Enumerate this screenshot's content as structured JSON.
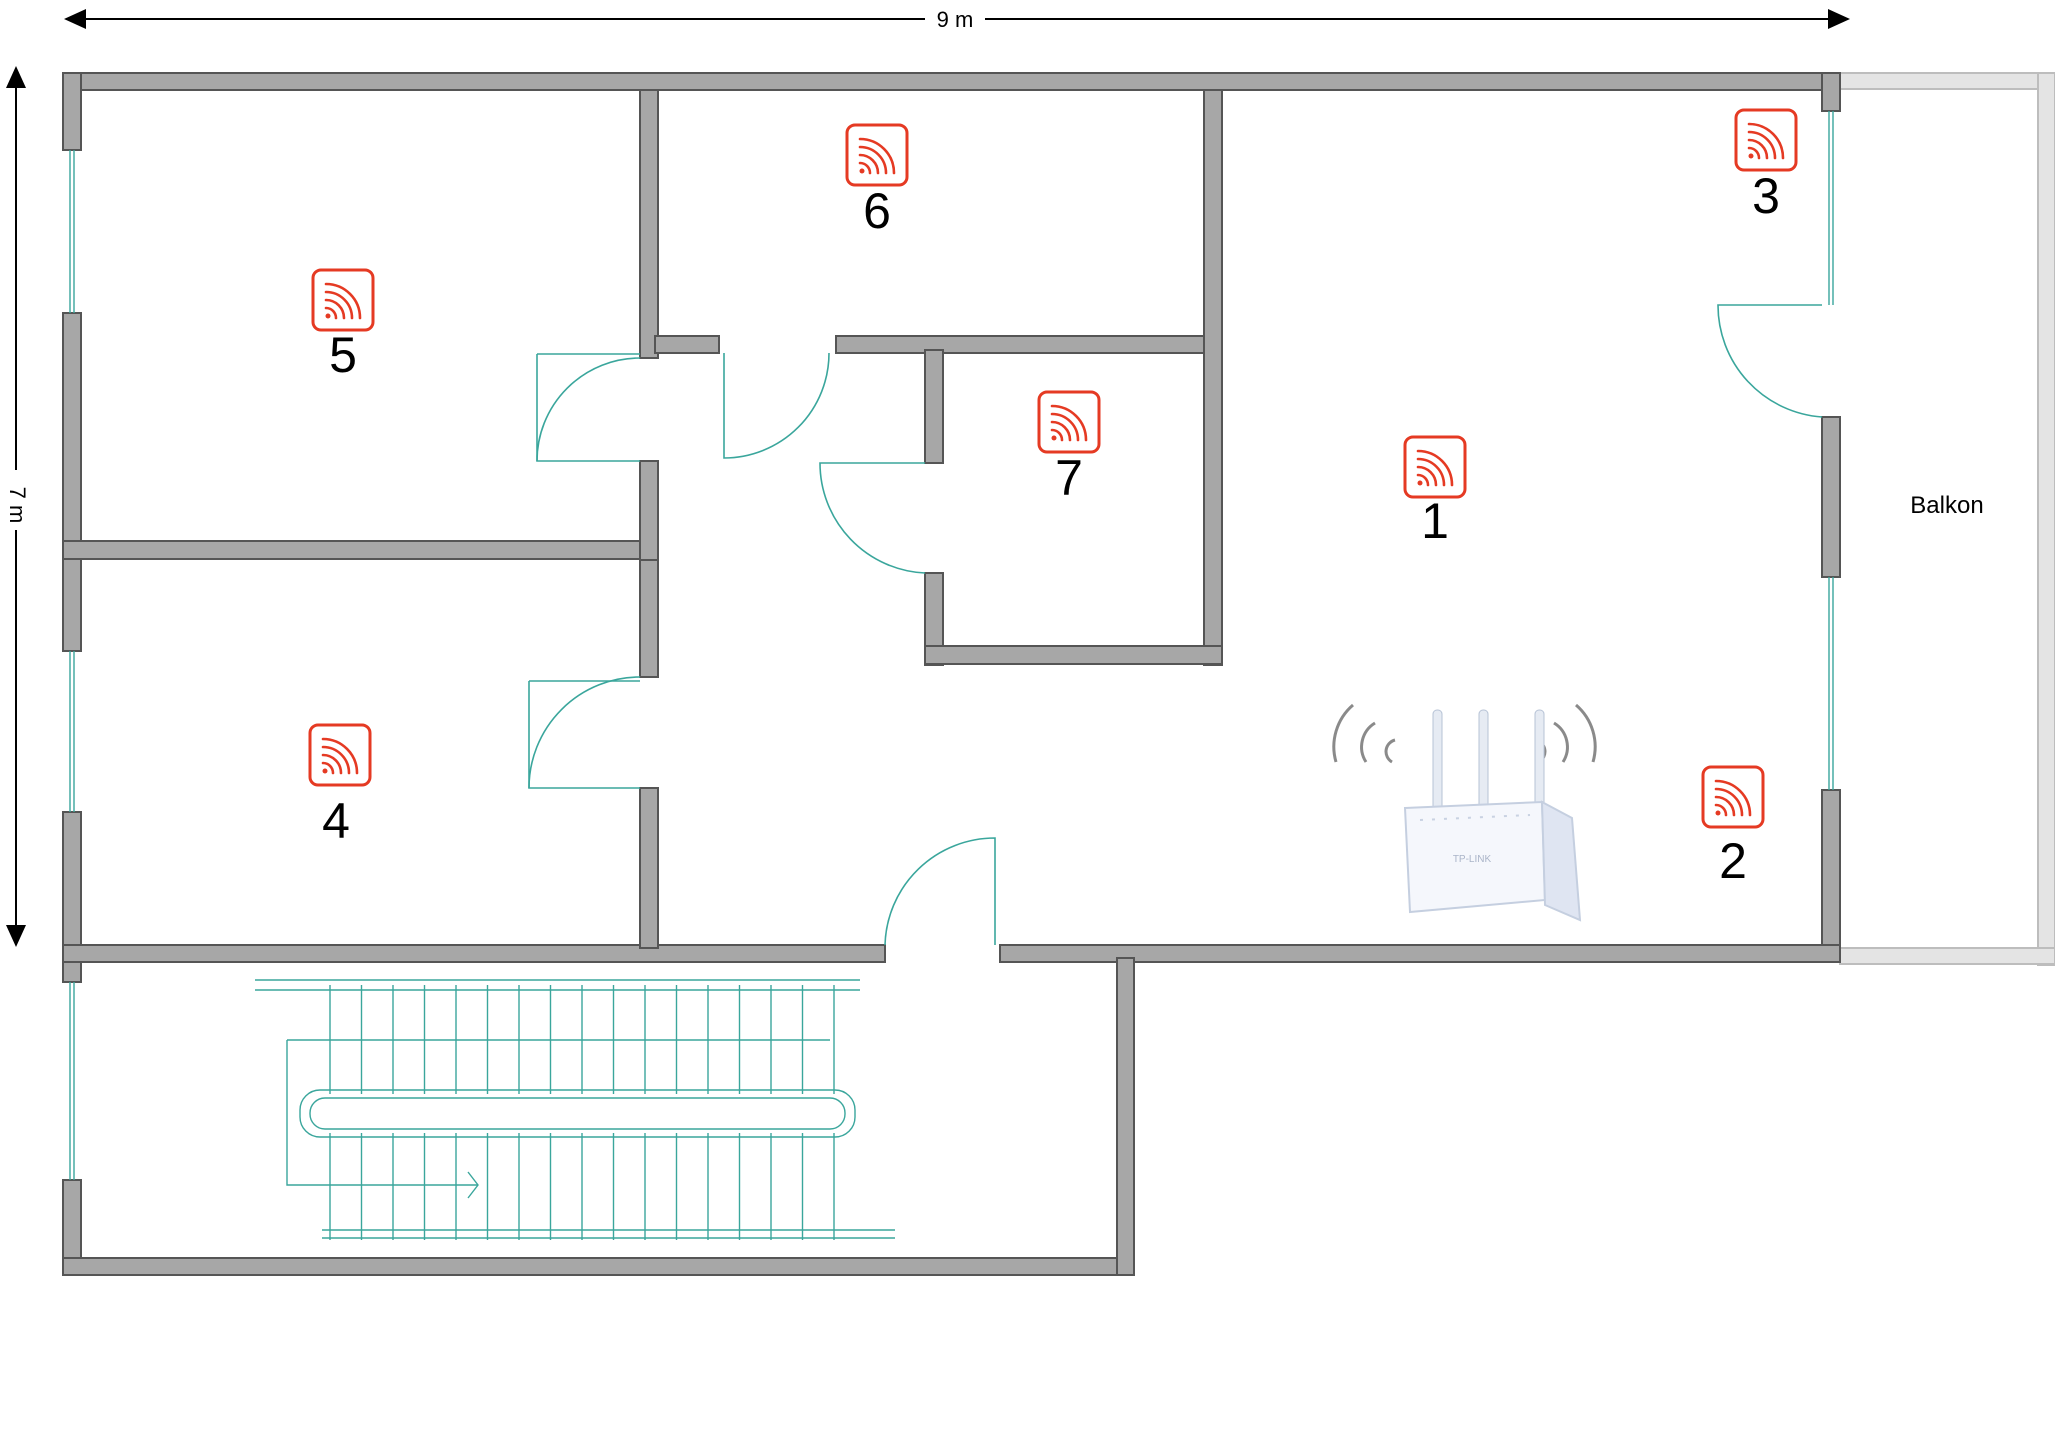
{
  "dimensions": {
    "width_label": "9 m",
    "height_label": "7 m"
  },
  "balkon_label": "Balkon",
  "router": {
    "brand": "TP-LINK",
    "icon": "wifi-router-icon"
  },
  "access_points": [
    {
      "id": "ap-1",
      "label": "1",
      "icon": "wifi-signal-icon"
    },
    {
      "id": "ap-2",
      "label": "2",
      "icon": "wifi-signal-icon"
    },
    {
      "id": "ap-3",
      "label": "3",
      "icon": "wifi-signal-icon"
    },
    {
      "id": "ap-4",
      "label": "4",
      "icon": "wifi-signal-icon"
    },
    {
      "id": "ap-5",
      "label": "5",
      "icon": "wifi-signal-icon"
    },
    {
      "id": "ap-6",
      "label": "6",
      "icon": "wifi-signal-icon"
    },
    {
      "id": "ap-7",
      "label": "7",
      "icon": "wifi-signal-icon"
    }
  ],
  "colors": {
    "wall": "#a7a7a7",
    "door": "#3aa69c",
    "access_point": "#e53a23",
    "router_signal": "#8a8a8a"
  }
}
